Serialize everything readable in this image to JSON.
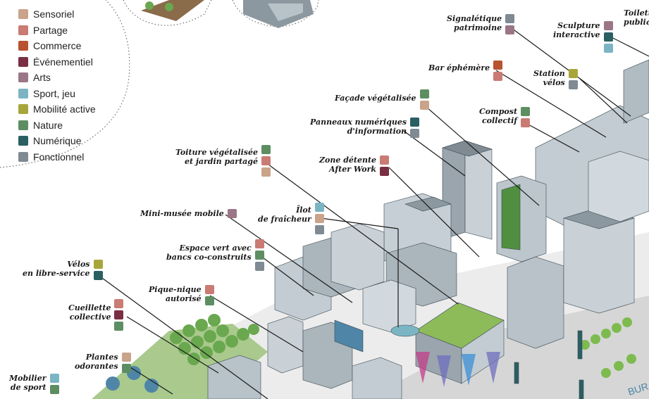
{
  "colors": {
    "sensoriel": "#c9a38a",
    "partage": "#c97b74",
    "commerce": "#b8532f",
    "evenementiel": "#7a2e43",
    "arts": "#9a7687",
    "sport": "#7bb5c4",
    "mobilite": "#a8a63a",
    "nature": "#5d8e62",
    "numerique": "#2a5f63",
    "fonctionnel": "#7f8a92"
  },
  "legend": [
    {
      "label": "Sensoriel",
      "color": "#c9a38a"
    },
    {
      "label": "Partage",
      "color": "#c97b74"
    },
    {
      "label": "Commerce",
      "color": "#b8532f"
    },
    {
      "label": "Événementiel",
      "color": "#7a2e43"
    },
    {
      "label": "Arts",
      "color": "#9a7687"
    },
    {
      "label": "Sport, jeu",
      "color": "#7bb5c4"
    },
    {
      "label": "Mobilité active",
      "color": "#a8a63a"
    },
    {
      "label": "Nature",
      "color": "#5d8e62"
    },
    {
      "label": "Numérique",
      "color": "#2a5f63"
    },
    {
      "label": "Fonctionnel",
      "color": "#7f8a92"
    }
  ],
  "callouts": {
    "signaletique": {
      "line1": "Signalétique",
      "line2": "patrimoine",
      "colors": [
        "#7f8a92",
        "#9a7687"
      ]
    },
    "sculpture": {
      "line1": "Sculpture",
      "line2": "interactive",
      "colors": [
        "#9a7687",
        "#2a5f63",
        "#7bb5c4"
      ]
    },
    "toilettes": {
      "line1": "Toilett",
      "line2": "publiqu",
      "colors": []
    },
    "bar": {
      "line1": "Bar éphémère",
      "line2": "",
      "colors": [
        "#b8532f",
        "#c97b74"
      ]
    },
    "station": {
      "line1": "Station",
      "line2": "vélos",
      "colors": [
        "#a8a63a",
        "#7f8a92"
      ]
    },
    "facade": {
      "line1": "Façade végétalisée",
      "line2": "",
      "colors": [
        "#5d8e62",
        "#c9a38a"
      ]
    },
    "compost": {
      "line1": "Compost",
      "line2": "collectif",
      "colors": [
        "#5d8e62",
        "#c97b74"
      ]
    },
    "panneaux": {
      "line1": "Panneaux numériques",
      "line2": "d'information",
      "colors": [
        "#2a5f63",
        "#7f8a92"
      ]
    },
    "toiture": {
      "line1": "Toiture végétalisée",
      "line2": "et jardin partagé",
      "colors": [
        "#5d8e62",
        "#c97b74",
        "#c9a38a"
      ]
    },
    "detente": {
      "line1": "Zone détente",
      "line2": "After Work",
      "colors": [
        "#c97b74",
        "#7a2e43"
      ]
    },
    "minimusee": {
      "line1": "Mini-musée mobile",
      "line2": "",
      "colors": [
        "#9a7687"
      ]
    },
    "ilot": {
      "line1": "Îlot",
      "line2": "de fraîcheur",
      "colors": [
        "#7bb5c4",
        "#c9a38a",
        "#7f8a92"
      ]
    },
    "espacevert": {
      "line1": "Espace vert avec",
      "line2": "bancs co-construits",
      "colors": [
        "#c97b74",
        "#5d8e62",
        "#7f8a92"
      ]
    },
    "velos": {
      "line1": "Vélos",
      "line2": "en libre-service",
      "colors": [
        "#a8a63a",
        "#2a5f63"
      ]
    },
    "piquenique": {
      "line1": "Pique-nique",
      "line2": "autorisé",
      "colors": [
        "#c97b74",
        "#5d8e62"
      ]
    },
    "cueillette": {
      "line1": "Cueillette",
      "line2": "collective",
      "colors": [
        "#c97b74",
        "#7a2e43",
        "#5d8e62"
      ]
    },
    "plantes": {
      "line1": "Plantes",
      "line2": "odorantes",
      "colors": [
        "#c9a38a",
        "#5d8e62"
      ]
    },
    "mobilier": {
      "line1": "Mobilier",
      "line2": "de sport",
      "colors": [
        "#7bb5c4",
        "#5d8e62"
      ]
    }
  },
  "street_sign": "BUR"
}
